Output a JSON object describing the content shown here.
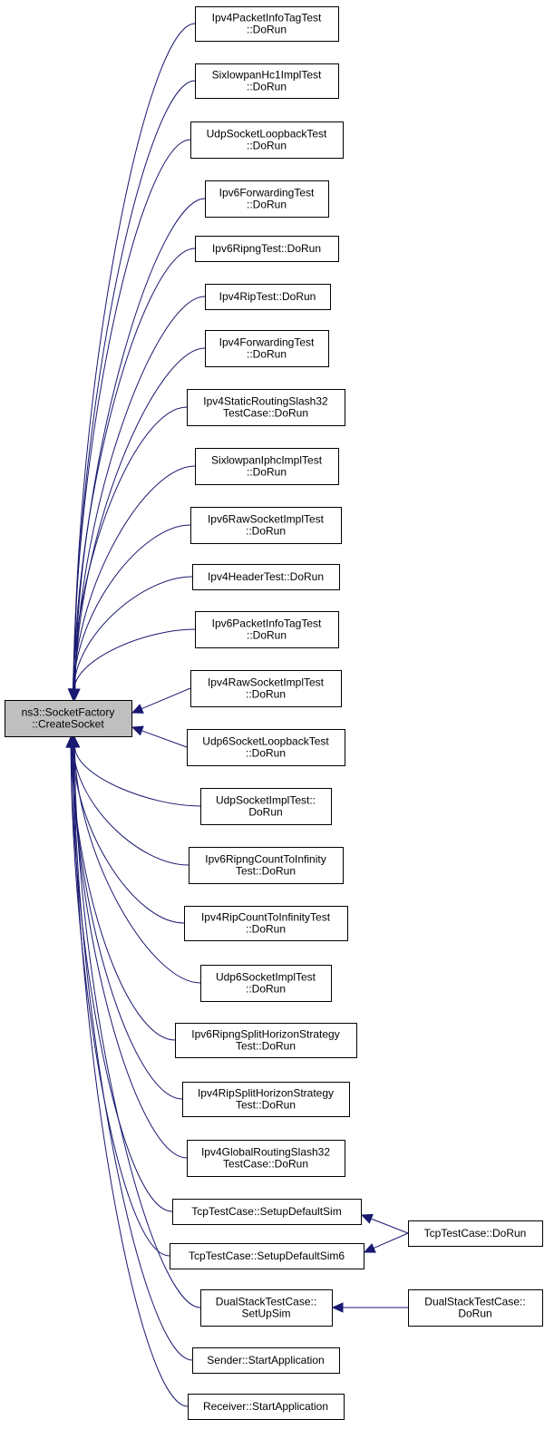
{
  "colors": {
    "edge": "#191970",
    "node_fill": "#ffffff",
    "root_fill": "#bfbfbf",
    "node_border": "#000000"
  },
  "nodes": [
    {
      "id": "root",
      "lines": [
        "ns3::SocketFactory",
        "::CreateSocket"
      ]
    },
    {
      "id": "n1",
      "lines": [
        "Ipv4PacketInfoTagTest",
        "::DoRun"
      ]
    },
    {
      "id": "n2",
      "lines": [
        "SixlowpanHc1ImplTest",
        "::DoRun"
      ]
    },
    {
      "id": "n3",
      "lines": [
        "UdpSocketLoopbackTest",
        "::DoRun"
      ]
    },
    {
      "id": "n4",
      "lines": [
        "Ipv6ForwardingTest",
        "::DoRun"
      ]
    },
    {
      "id": "n5",
      "lines": [
        "Ipv6RipngTest::DoRun"
      ]
    },
    {
      "id": "n6",
      "lines": [
        "Ipv4RipTest::DoRun"
      ]
    },
    {
      "id": "n7",
      "lines": [
        "Ipv4ForwardingTest",
        "::DoRun"
      ]
    },
    {
      "id": "n8",
      "lines": [
        "Ipv4StaticRoutingSlash32",
        "TestCase::DoRun"
      ]
    },
    {
      "id": "n9",
      "lines": [
        "SixlowpanIphcImplTest",
        "::DoRun"
      ]
    },
    {
      "id": "n10",
      "lines": [
        "Ipv6RawSocketImplTest",
        "::DoRun"
      ]
    },
    {
      "id": "n11",
      "lines": [
        "Ipv4HeaderTest::DoRun"
      ]
    },
    {
      "id": "n12",
      "lines": [
        "Ipv6PacketInfoTagTest",
        "::DoRun"
      ]
    },
    {
      "id": "n13",
      "lines": [
        "Ipv4RawSocketImplTest",
        "::DoRun"
      ]
    },
    {
      "id": "n14",
      "lines": [
        "Udp6SocketLoopbackTest",
        "::DoRun"
      ]
    },
    {
      "id": "n15",
      "lines": [
        "UdpSocketImplTest::",
        "DoRun"
      ]
    },
    {
      "id": "n16",
      "lines": [
        "Ipv6RipngCountToInfinity",
        "Test::DoRun"
      ]
    },
    {
      "id": "n17",
      "lines": [
        "Ipv4RipCountToInfinityTest",
        "::DoRun"
      ]
    },
    {
      "id": "n18",
      "lines": [
        "Udp6SocketImplTest",
        "::DoRun"
      ]
    },
    {
      "id": "n19",
      "lines": [
        "Ipv6RipngSplitHorizonStrategy",
        "Test::DoRun"
      ]
    },
    {
      "id": "n20",
      "lines": [
        "Ipv4RipSplitHorizonStrategy",
        "Test::DoRun"
      ]
    },
    {
      "id": "n21",
      "lines": [
        "Ipv4GlobalRoutingSlash32",
        "TestCase::DoRun"
      ]
    },
    {
      "id": "n22",
      "lines": [
        "TcpTestCase::SetupDefaultSim"
      ]
    },
    {
      "id": "n23",
      "lines": [
        "TcpTestCase::SetupDefaultSim6"
      ]
    },
    {
      "id": "n24",
      "lines": [
        "DualStackTestCase::",
        "SetUpSim"
      ]
    },
    {
      "id": "n25",
      "lines": [
        "Sender::StartApplication"
      ]
    },
    {
      "id": "n26",
      "lines": [
        "Receiver::StartApplication"
      ]
    },
    {
      "id": "n27",
      "lines": [
        "TcpTestCase::DoRun"
      ]
    },
    {
      "id": "n28",
      "lines": [
        "DualStackTestCase::",
        "DoRun"
      ]
    }
  ],
  "edges": [
    {
      "from": "n1",
      "to": "root"
    },
    {
      "from": "n2",
      "to": "root"
    },
    {
      "from": "n3",
      "to": "root"
    },
    {
      "from": "n4",
      "to": "root"
    },
    {
      "from": "n5",
      "to": "root"
    },
    {
      "from": "n6",
      "to": "root"
    },
    {
      "from": "n7",
      "to": "root"
    },
    {
      "from": "n8",
      "to": "root"
    },
    {
      "from": "n9",
      "to": "root"
    },
    {
      "from": "n10",
      "to": "root"
    },
    {
      "from": "n11",
      "to": "root"
    },
    {
      "from": "n12",
      "to": "root"
    },
    {
      "from": "n13",
      "to": "root"
    },
    {
      "from": "n14",
      "to": "root"
    },
    {
      "from": "n15",
      "to": "root"
    },
    {
      "from": "n16",
      "to": "root"
    },
    {
      "from": "n17",
      "to": "root"
    },
    {
      "from": "n18",
      "to": "root"
    },
    {
      "from": "n19",
      "to": "root"
    },
    {
      "from": "n20",
      "to": "root"
    },
    {
      "from": "n21",
      "to": "root"
    },
    {
      "from": "n22",
      "to": "root"
    },
    {
      "from": "n23",
      "to": "root"
    },
    {
      "from": "n24",
      "to": "root"
    },
    {
      "from": "n25",
      "to": "root"
    },
    {
      "from": "n26",
      "to": "root"
    },
    {
      "from": "n27",
      "to": "n22"
    },
    {
      "from": "n27",
      "to": "n23"
    },
    {
      "from": "n28",
      "to": "n24"
    }
  ]
}
